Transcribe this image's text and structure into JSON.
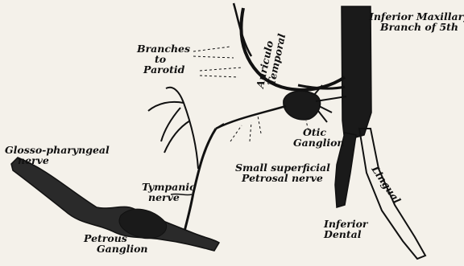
{
  "labels": {
    "inferior_maxillary_line1": "Inferior Maxillary",
    "inferior_maxillary_line2": "Branch of 5th",
    "branches_line1": "Branches",
    "branches_line2": "to",
    "branches_line3": "Parotid",
    "auriculo_line1": "Auriculo",
    "auriculo_line2": "Temporal",
    "otic_line1": "Otic",
    "otic_line2": "Ganglion",
    "petrosal_line1": "Small superficial",
    "petrosal_line2": "Petrosal nerve",
    "glosso_line1": "Glosso-pharyngeal",
    "glosso_line2": "nerve",
    "tympanic_line1": "Tympanic",
    "tympanic_line2": "nerve",
    "petrous_line1": "Petrous",
    "petrous_line2": "Ganglion",
    "lingual": "Lingual",
    "inferior_dental_line1": "Inferior",
    "inferior_dental_line2": "Dental"
  },
  "colors": {
    "ink": "#111111",
    "paper": "#f4f1ea"
  }
}
